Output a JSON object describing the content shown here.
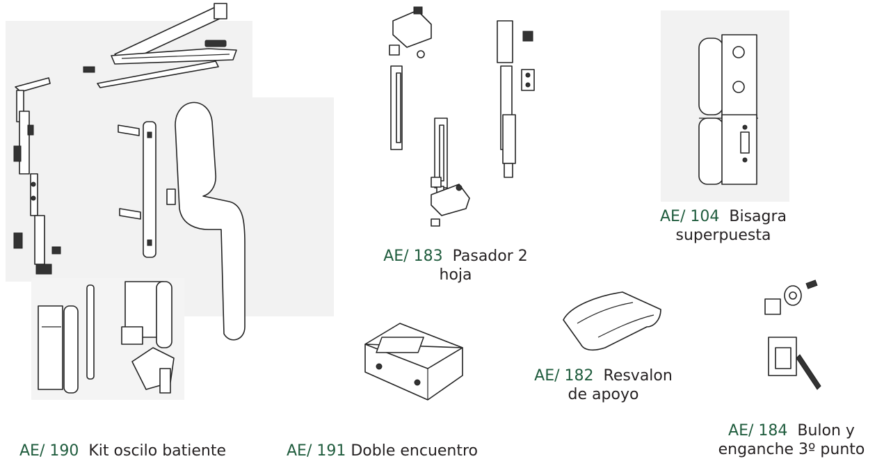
{
  "products": [
    {
      "code": "AE/ 190",
      "name": "Kit oscilo batiente",
      "icon": "tilt-turn-kit-illustration"
    },
    {
      "code": "AE/ 191",
      "name": "Doble encuentro",
      "icon": "double-strike-plate-illustration"
    },
    {
      "code": "AE/ 183",
      "name_line1": "Pasador 2",
      "name_line2": "hoja",
      "icon": "two-leaf-bolt-illustration"
    },
    {
      "code": "AE/ 182",
      "name_line1": "Resvalon",
      "name_line2": "de apoyo",
      "icon": "support-slide-illustration"
    },
    {
      "code": "AE/ 104",
      "name_line1": "Bisagra",
      "name_line2": "superpuesta",
      "icon": "overlay-hinge-illustration"
    },
    {
      "code": "AE/ 184",
      "name_line1": "Bulon y",
      "name_line2": "enganche 3º punto",
      "icon": "bolt-and-catch-illustration"
    }
  ],
  "colors": {
    "code": "#1f5c3d",
    "text": "#231f20",
    "paper": "#f2f2f2"
  }
}
